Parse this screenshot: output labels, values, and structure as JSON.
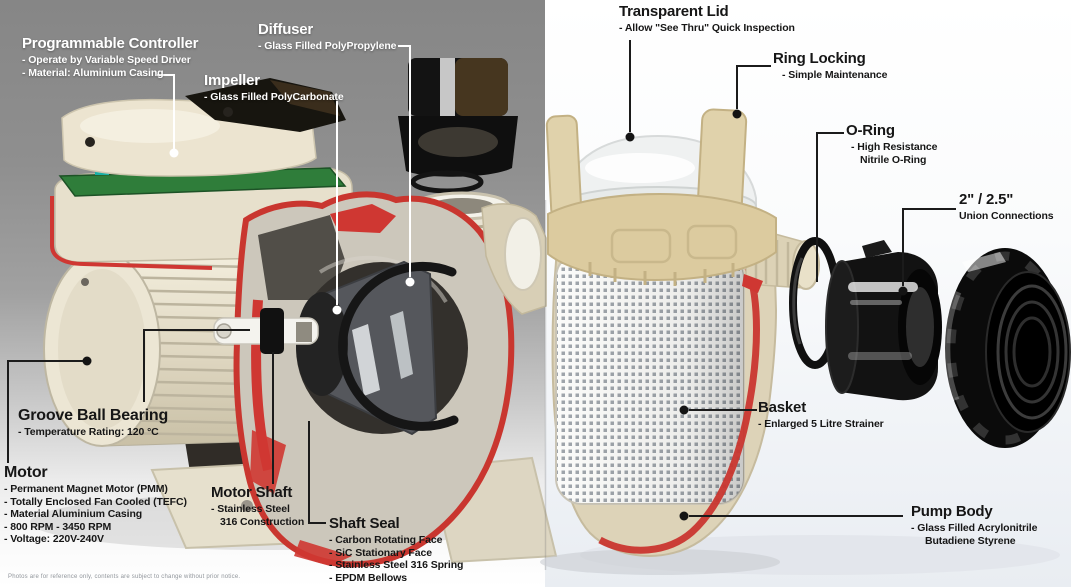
{
  "colors": {
    "cutaway_red": "#c9362f",
    "body_beige": "#ddd3b8",
    "motor_cream": "#ece6d4",
    "pcb_green": "#2f7d3a",
    "part_black": "#121212",
    "mesh_white": "#fbfbf9",
    "label_light": "#ffffff",
    "label_dark": "#161616"
  },
  "labels": {
    "programmable_controller": {
      "title": "Programmable Controller",
      "details": [
        "- Operate by Variable Speed Driver",
        "- Material: Aluminium Casing"
      ]
    },
    "diffuser": {
      "title": "Diffuser",
      "details": [
        "- Glass Filled PolyPropylene"
      ]
    },
    "impeller": {
      "title": "Impeller",
      "details": [
        "- Glass Filled PolyCarbonate"
      ]
    },
    "transparent_lid": {
      "title": "Transparent Lid",
      "details": [
        "- Allow \"See Thru\" Quick Inspection"
      ]
    },
    "ring_locking": {
      "title": "Ring Locking",
      "details": [
        "- Simple Maintenance"
      ]
    },
    "o_ring": {
      "title": "O-Ring",
      "details": [
        "- High Resistance",
        "Nitrile O-Ring"
      ]
    },
    "union_connections": {
      "title": "2\" / 2.5\"",
      "details": [
        "Union Connections"
      ]
    },
    "groove_ball_bearing": {
      "title": "Groove Ball Bearing",
      "details": [
        "- Temperature Rating: 120 °C"
      ]
    },
    "motor": {
      "title": "Motor",
      "details": [
        "- Permanent Magnet Motor (PMM)",
        "- Totally Enclosed Fan Cooled (TEFC)",
        "- Material Aluminium Casing",
        "- 800 RPM - 3450 RPM",
        "- Voltage: 220V-240V"
      ]
    },
    "motor_shaft": {
      "title": "Motor Shaft",
      "details": [
        "- Stainless Steel",
        "316 Construction"
      ]
    },
    "shaft_seal": {
      "title": "Shaft Seal",
      "details": [
        "- Carbon Rotating Face",
        "- SiC Stationary Face",
        "- Stainless Steel 316 Spring",
        "- EPDM Bellows"
      ]
    },
    "basket": {
      "title": "Basket",
      "details": [
        "- Enlarged 5 Litre Strainer"
      ]
    },
    "pump_body": {
      "title": "Pump Body",
      "details": [
        "- Glass Filled Acrylonitrile",
        "Butadiene Styrene"
      ]
    }
  },
  "footer_note": "Photos are for reference only, contents are subject to change without prior notice."
}
